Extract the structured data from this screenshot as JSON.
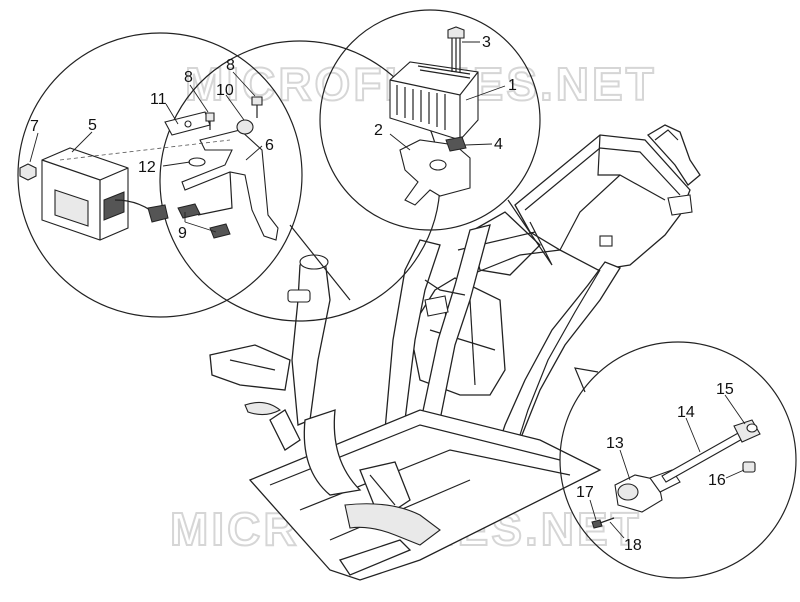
{
  "watermark": "MICROFICHES.NET",
  "callouts": {
    "c1": "1",
    "c2": "2",
    "c3": "3",
    "c4": "4",
    "c5": "5",
    "c6": "6",
    "c7": "7",
    "c8a": "8",
    "c8b": "8",
    "c9": "9",
    "c10": "10",
    "c11": "11",
    "c12": "12",
    "c13": "13",
    "c14": "14",
    "c15": "15",
    "c16": "16",
    "c17": "17",
    "c18": "18"
  },
  "icons": [
    "ecu-module-icon",
    "voltage-regulator-icon",
    "scooter-frame-icon",
    "ignition-lock-icon"
  ]
}
